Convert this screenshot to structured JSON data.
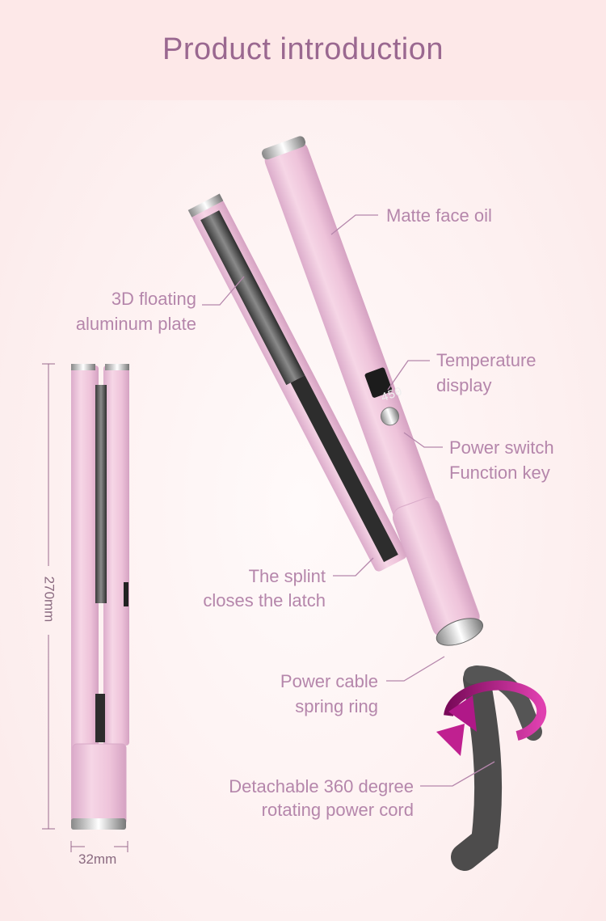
{
  "header": {
    "title": "Product introduction"
  },
  "device": {
    "display_reading": "450"
  },
  "labels": {
    "matte": "Matte face oil",
    "plate_1": "3D floating",
    "plate_2": "aluminum plate",
    "temp_1": "Temperature",
    "temp_2": "display",
    "power_1": "Power switch",
    "power_2": "Function key",
    "splint_1": "The splint",
    "splint_2": "closes the latch",
    "cable_1": "Power cable",
    "cable_2": "spring ring",
    "cord_1": "Detachable 360 degree",
    "cord_2": "rotating power cord"
  },
  "dimensions": {
    "length": "270mm",
    "width": "32mm"
  },
  "colors": {
    "title": "#9a6890",
    "label": "#b586ab",
    "body": "#eec6dc",
    "accent": "#c0208a"
  }
}
